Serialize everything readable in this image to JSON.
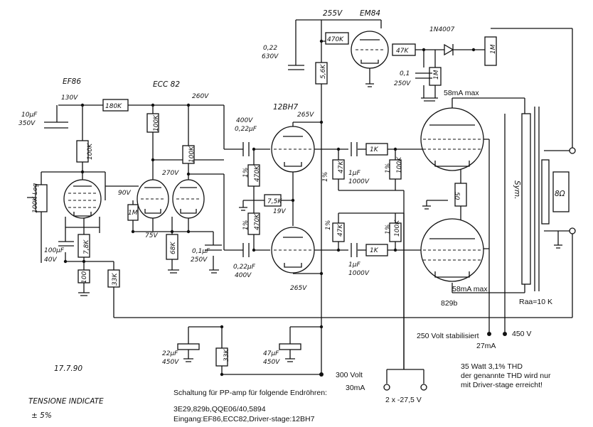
{
  "tubes": {
    "ef86": "EF86",
    "ecc82": "ECC 82",
    "t12bh7": "12BH7",
    "em84": "EM84",
    "sym": "Sym.",
    "t829b": "829b"
  },
  "voltages": {
    "v130": "130V",
    "v260": "260V",
    "v90": "90V",
    "v270": "270V",
    "v75": "75V",
    "v265a": "265V",
    "v19": "19V",
    "v265b": "265V",
    "v255": "255V",
    "ma58a": "58mA max",
    "ma58b": "58mA max",
    "raa": "Raa=10 K"
  },
  "components": {
    "c10uf": "10µF",
    "c350v": "350V",
    "r180k": "180K",
    "r100k": "100K",
    "pot100klog": "100K Log",
    "r1m": "1M",
    "c100uf": "100µF",
    "c40v": "40V",
    "r78k": "7,8K",
    "r100": "100",
    "r33k": "33K",
    "r68k": "68K",
    "c01uf": "0,1µF",
    "c250v": "250V",
    "c400v": "400V",
    "c022uf": "0,22µF",
    "r470k": "470K",
    "r7k5": "7,5K",
    "c022": "0,22",
    "c630v": "630V",
    "r56k": "5,6K",
    "r470kem": "470K",
    "r47k": "47K",
    "c01": "0,1",
    "diode": "1N4007",
    "r1k": "1K",
    "c1uf": "1µF",
    "c1000v": "1000V",
    "tol": "1%",
    "r50": "50",
    "c22uf": "22µF",
    "c450v": "450V",
    "c47uf": "47µF",
    "spk": "8Ω"
  },
  "supply": {
    "v300": "300 Volt",
    "ma30": "30mA",
    "bias": "2 x -27,5 V",
    "v250": "250 Volt stabilisiert",
    "ma27": "27mA",
    "v450": "450 V"
  },
  "notes": {
    "thd1": "35 Watt 3,1% THD",
    "thd2": "der genannte THD wird nur",
    "thd3": "mit Driver-stage erreicht!",
    "title": "Schaltung für PP-amp für folgende Endröhren:",
    "endroehren": "3E29,829b,QQE06/40,5894",
    "eingang": "Eingang:EF86,ECC82,Driver-stage:12BH7",
    "date": "17.7.90",
    "tension1": "TENSIONE INDICATE",
    "tension2": "± 5%"
  }
}
